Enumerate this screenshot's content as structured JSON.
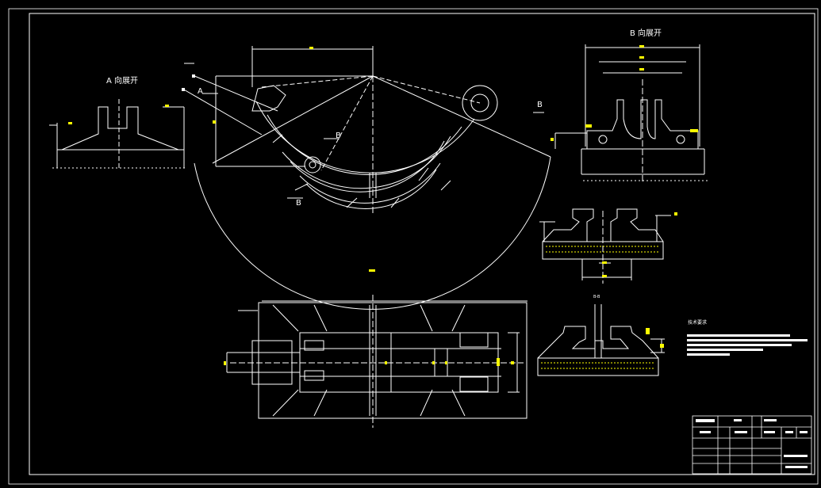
{
  "views": {
    "view_a": {
      "title": "A 向展开"
    },
    "view_b": {
      "title": "B 向展开"
    }
  },
  "callouts": {
    "a_arrow": "A",
    "b_arrow_right": "B",
    "b_section_upper": "B",
    "b_section_lower": "B",
    "section_mark": "B-B"
  },
  "notes": {
    "heading": "技术要求"
  },
  "colors": {
    "background": "#000000",
    "lines": "#ffffff",
    "dimension_marks": "#ffff00",
    "frame": "#ffffff"
  }
}
